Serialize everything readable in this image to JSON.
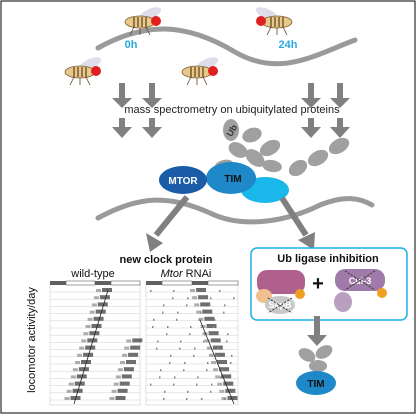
{
  "colors": {
    "curve": "#9a9a9a",
    "arrow": "#808080",
    "time_label": "#29a8e0",
    "mtor": "#1a5ca8",
    "tim": "#1e88c8",
    "partner": "#1ab8ea",
    "ub": "#a0a0a0",
    "fly_body": "#e8c98a",
    "fly_eye": "#e02020",
    "ligase_box": "#1ab0e8",
    "cul_purple": "#a07aa8",
    "skp_pink": "#b0608c",
    "orange": "#f0a020"
  },
  "timeline": {
    "t0": "0h",
    "t24": "24h"
  },
  "process_label": "mass spectrometry on ubiquitylated proteins",
  "complex": {
    "ub": "Ub",
    "mtor": "MTOR",
    "tim": "TIM"
  },
  "clock": {
    "title": "new clock protein",
    "wild_type": "wild-type",
    "mtor_italic": "Mtor",
    "rnai": " RNAi",
    "y_axis": "locomotor activity/day"
  },
  "ligase": {
    "title": "Ub ligase inhibition",
    "plus": "+",
    "cul3": "Cul-3",
    "skpb": "SkpB",
    "tim": "TIM"
  }
}
